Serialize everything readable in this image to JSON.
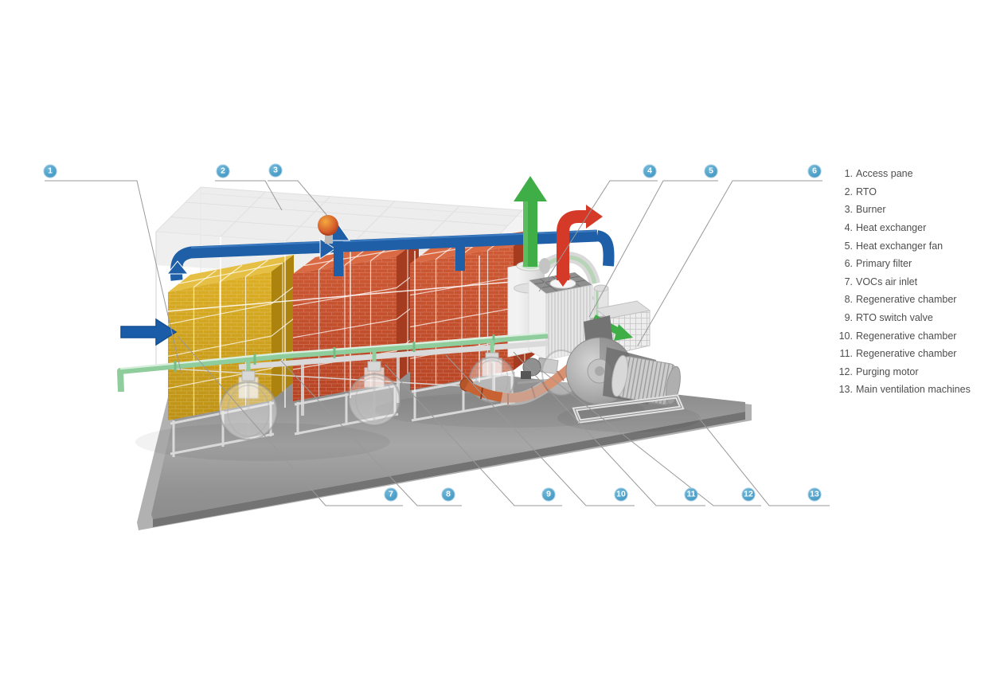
{
  "diagram": {
    "type": "isometric equipment callout diagram",
    "callouts": [
      "1",
      "2",
      "3",
      "4",
      "5",
      "6",
      "7",
      "8",
      "9",
      "10",
      "11",
      "12",
      "13"
    ],
    "legend": {
      "items": [
        {
          "num": "1.",
          "label": "Access pane"
        },
        {
          "num": "2.",
          "label": "RTO"
        },
        {
          "num": "3.",
          "label": "Burner"
        },
        {
          "num": "4.",
          "label": "Heat exchanger"
        },
        {
          "num": "5.",
          "label": "Heat exchanger fan"
        },
        {
          "num": "6.",
          "label": "Primary filter"
        },
        {
          "num": "7.",
          "label": "VOCs air inlet"
        },
        {
          "num": "8.",
          "label": "Regenerative chamber"
        },
        {
          "num": "9.",
          "label": "RTO switch valve"
        },
        {
          "num": "10.",
          "label": "Regenerative chamber"
        },
        {
          "num": "11.",
          "label": "Regenerative chamber"
        },
        {
          "num": "12.",
          "label": "Purging motor"
        },
        {
          "num": "13.",
          "label": "Main ventilation machines"
        }
      ]
    },
    "colors": {
      "callout_blue": "#4ba0c9",
      "legend_text": "#4e4e4e",
      "leader_gray": "#999999",
      "flow_blue": "#1e5fa8",
      "flow_green": "#3fae47",
      "flow_red": "#d53a28",
      "chamber_yellow": "#d2a21f",
      "chamber_red": "#c85230",
      "pipe_teal": "#8fcd9c",
      "pipe_orange": "#c96233",
      "deck_gray": "#949494"
    }
  }
}
